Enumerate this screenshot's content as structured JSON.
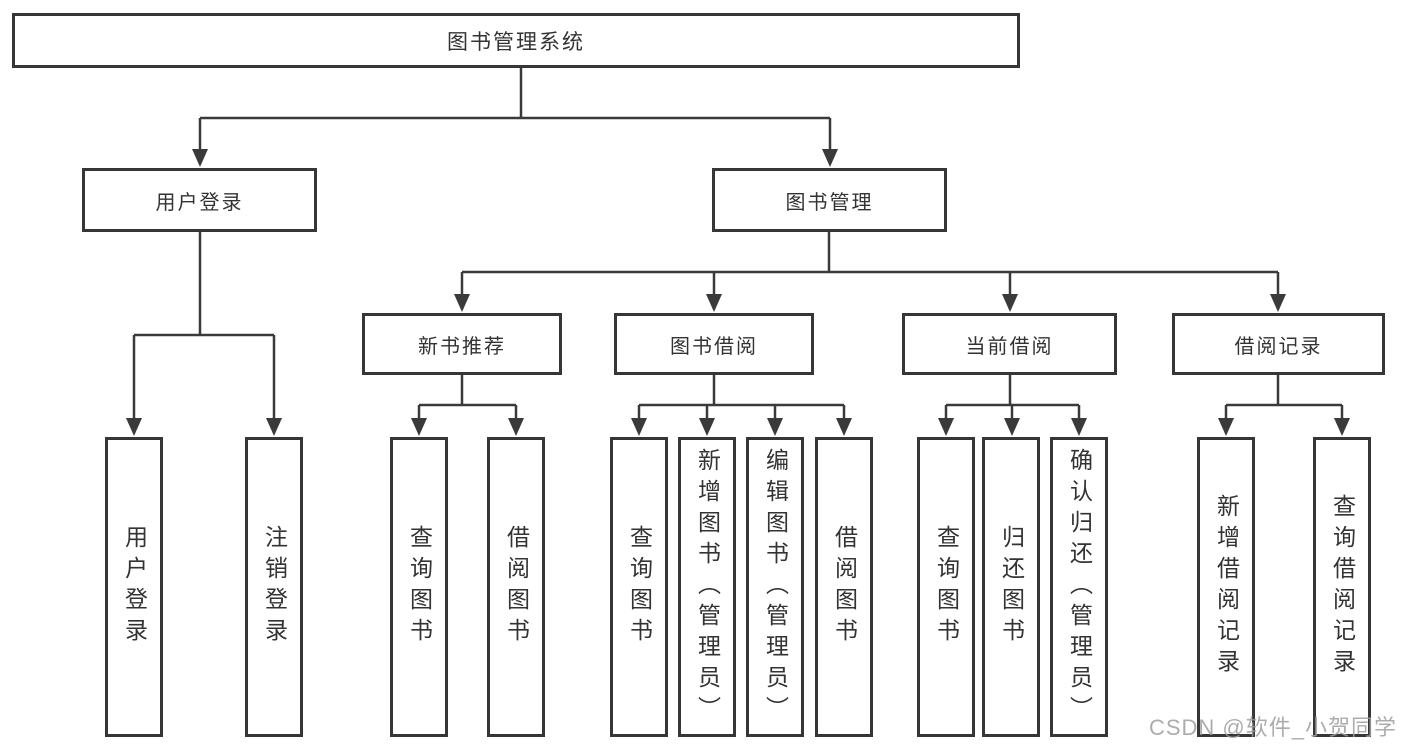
{
  "tree": {
    "root": {
      "label": "图书管理系统",
      "children": [
        {
          "label": "用户登录",
          "children": [
            {
              "label": "用户登录"
            },
            {
              "label": "注销登录"
            }
          ]
        },
        {
          "label": "图书管理",
          "children": [
            {
              "label": "新书推荐",
              "children": [
                {
                  "label": "查询图书"
                },
                {
                  "label": "借阅图书"
                }
              ]
            },
            {
              "label": "图书借阅",
              "children": [
                {
                  "label": "查询图书"
                },
                {
                  "label": "新增图书（管理员）"
                },
                {
                  "label": "编辑图书（管理员）"
                },
                {
                  "label": "借阅图书"
                }
              ]
            },
            {
              "label": "当前借阅",
              "children": [
                {
                  "label": "查询图书"
                },
                {
                  "label": "归还图书"
                },
                {
                  "label": "确认归还（管理员）"
                }
              ]
            },
            {
              "label": "借阅记录",
              "children": [
                {
                  "label": "新增借阅记录"
                },
                {
                  "label": "查询借阅记录"
                }
              ]
            }
          ]
        }
      ]
    }
  },
  "watermark": {
    "text": "CSDN @软件_小贺同学"
  },
  "colors": {
    "box_border": "#363636",
    "connector_line": "#3a3a3a",
    "text": "#333333",
    "watermark": "#9e9e9e",
    "background": "#ffffff"
  }
}
